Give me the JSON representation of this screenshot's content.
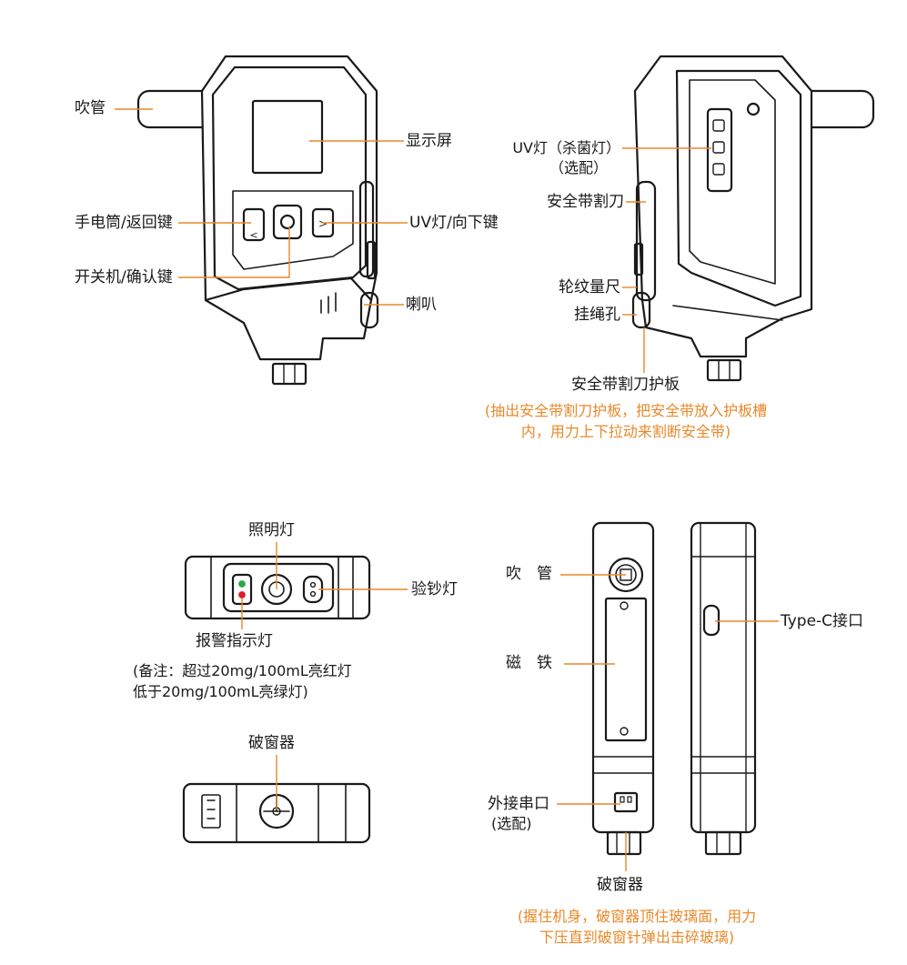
{
  "colors": {
    "leader": "#e8892a",
    "note": "#e8892a",
    "outline": "#1a1a1a",
    "body": "#ffffff"
  },
  "front": {
    "mouthpiece": "吹管",
    "display": "显示屏",
    "flashlight_back_key": "手电筒/返回键",
    "uv_down_key": "UV灯/向下键",
    "power_confirm_key": "开关机/确认键",
    "speaker": "喇叭"
  },
  "back": {
    "uv_light": "UV灯（杀菌灯）",
    "uv_light_optional": "（选配）",
    "belt_cutter": "安全带割刀",
    "ruler": "轮纹量尺",
    "lanyard_hole": "挂绳孔",
    "cutter_guard": "安全带割刀护板",
    "cutter_note_line1": "(抽出安全带割刀护板，把安全带放入护板槽",
    "cutter_note_line2": "内，用力上下拉动来割断安全带)"
  },
  "top": {
    "lighting_lamp": "照明灯",
    "counterfeit_lamp": "验钞灯",
    "alarm_indicator": "报警指示灯",
    "alarm_note_line1": "(备注：超过20mg/100mL亮红灯",
    "alarm_note_line2": "低于20mg/100mL亮绿灯)"
  },
  "bottom": {
    "window_breaker": "破窗器"
  },
  "side": {
    "mouthpiece": "吹　管",
    "magnet": "磁　铁",
    "serial_port": "外接串口",
    "serial_port_optional": "(选配)",
    "window_breaker": "破窗器",
    "type_c": "Type-C接口",
    "breaker_note_line1": "(握住机身，破窗器顶住玻璃面，用力",
    "breaker_note_line2": "下压直到破窗针弹出击碎玻璃)"
  }
}
